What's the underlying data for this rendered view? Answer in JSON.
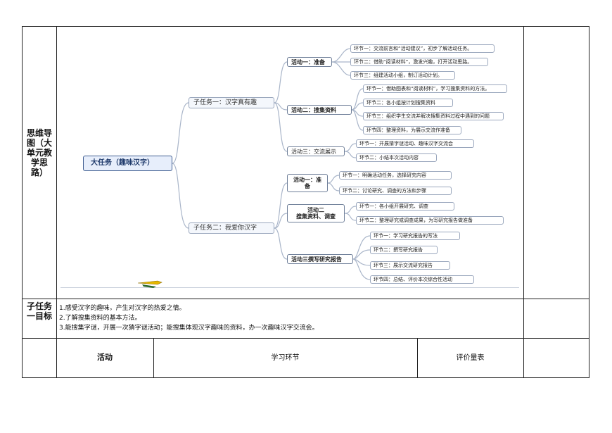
{
  "labels": {
    "mindmap": "思维导图（大单元教学思路）",
    "goal": "子任务一目标"
  },
  "mindmap": {
    "root": "大任务（趣味汉字）",
    "subtask1": {
      "label": "子任务一：汉字真有趣",
      "activities": [
        {
          "label": "活动一：准备",
          "steps": [
            "环节一：交流前言和“活动建议”，初步了解活动任务。",
            "环节二：借助“阅读材料”，激发兴趣，打开活动思路。",
            "环节三：组建活动小组，制订活动计划。"
          ]
        },
        {
          "label": "活动二：搜集资料",
          "steps": [
            "环节一：借助图表和“阅读材料”，学习搜集资料的方法。",
            "环节二：各小组按计划搜集资料",
            "环节三：组织学生交流并解决搜集资料过程中遇到的问题",
            "环节四：整理资料，为展示交流作准备"
          ]
        },
        {
          "label": "活动三：交流展示",
          "steps": [
            "环节一：开展猜字谜活动、趣味汉字交流会",
            "环节二：小结本次活动内容"
          ]
        }
      ]
    },
    "subtask2": {
      "label": "子任务二：我爱你汉字",
      "activities": [
        {
          "label": "活动一：准备",
          "steps": [
            "环节一：明确活动任务，选择研究内容",
            "环节二：讨论研究、调查的方法和步骤"
          ]
        },
        {
          "label": "活动二搜集资料、调查",
          "label_line1": "活动二",
          "label_line2": "搜集资料、调查",
          "steps": [
            "环节一：各小组开展研究、调查",
            "环节二：整理研究或调查成果，为写研究报告做准备"
          ]
        },
        {
          "label": "活动三撰写研究报告",
          "steps": [
            "环节一：学习研究报告的写法",
            "环节二：撰写研究报告",
            "环节三：展示交流研究报告",
            "环节四：总结、评价本次综合性活动"
          ]
        }
      ]
    }
  },
  "goals": [
    "1.感受汉字的趣味，产生对汉字的热爱之情。",
    "2.了解搜集资料的基本方法。",
    "3.能搜集字谜，开展一次猜字谜活动；能搜集体现汉字趣味的资料，办一次趣味汉字交流会。"
  ],
  "table_header": {
    "activity": "活动",
    "steps": "学习环节",
    "evaluation": "评价量表"
  },
  "colors": {
    "line": "#222222",
    "node_border": "#9aa7bd",
    "root_fill": "#e7eefb",
    "connector": "#a9b5c9"
  }
}
